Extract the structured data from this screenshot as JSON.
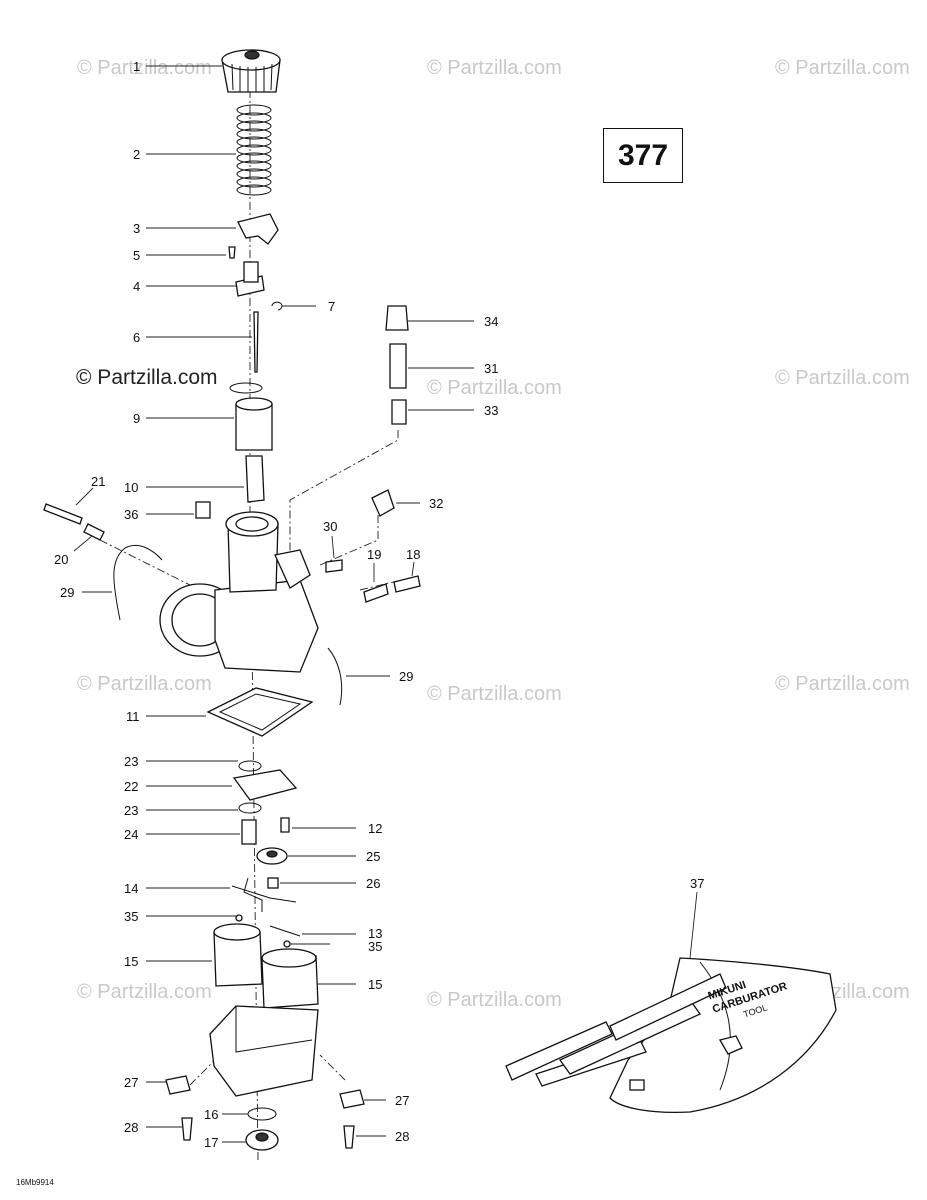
{
  "reference_number": "377",
  "drawing_code": "16Mb9914",
  "watermark_text": "© Partzilla.com",
  "prominent_watermark_text": "© Partzilla.com",
  "tool_kit_label_lines": [
    "MIKUNI",
    "CARBURATOR",
    "TOOL"
  ],
  "callouts": [
    {
      "id": "c1",
      "label": "1"
    },
    {
      "id": "c2",
      "label": "2"
    },
    {
      "id": "c3",
      "label": "3"
    },
    {
      "id": "c5",
      "label": "5"
    },
    {
      "id": "c4",
      "label": "4"
    },
    {
      "id": "c7",
      "label": "7"
    },
    {
      "id": "c6",
      "label": "6"
    },
    {
      "id": "c9",
      "label": "9"
    },
    {
      "id": "c10",
      "label": "10"
    },
    {
      "id": "c36",
      "label": "36"
    },
    {
      "id": "c21",
      "label": "21"
    },
    {
      "id": "c20",
      "label": "20"
    },
    {
      "id": "c29a",
      "label": "29"
    },
    {
      "id": "c34",
      "label": "34"
    },
    {
      "id": "c31",
      "label": "31"
    },
    {
      "id": "c33",
      "label": "33"
    },
    {
      "id": "c32",
      "label": "32"
    },
    {
      "id": "c30",
      "label": "30"
    },
    {
      "id": "c19",
      "label": "19"
    },
    {
      "id": "c18",
      "label": "18"
    },
    {
      "id": "c29b",
      "label": "29"
    },
    {
      "id": "c11",
      "label": "11"
    },
    {
      "id": "c23a",
      "label": "23"
    },
    {
      "id": "c22",
      "label": "22"
    },
    {
      "id": "c23b",
      "label": "23"
    },
    {
      "id": "c24",
      "label": "24"
    },
    {
      "id": "c12",
      "label": "12"
    },
    {
      "id": "c25",
      "label": "25"
    },
    {
      "id": "c26",
      "label": "26"
    },
    {
      "id": "c14",
      "label": "14"
    },
    {
      "id": "c35a",
      "label": "35"
    },
    {
      "id": "c13",
      "label": "13"
    },
    {
      "id": "c35b",
      "label": "35"
    },
    {
      "id": "c15a",
      "label": "15"
    },
    {
      "id": "c15b",
      "label": "15"
    },
    {
      "id": "c27a",
      "label": "27"
    },
    {
      "id": "c27b",
      "label": "27"
    },
    {
      "id": "c16",
      "label": "16"
    },
    {
      "id": "c28a",
      "label": "28"
    },
    {
      "id": "c28b",
      "label": "28"
    },
    {
      "id": "c17",
      "label": "17"
    },
    {
      "id": "c37",
      "label": "37"
    }
  ],
  "icons": {
    "carburetor": "carburetor-exploded-icon",
    "tool_kit": "tool-kit-pouch-icon"
  }
}
